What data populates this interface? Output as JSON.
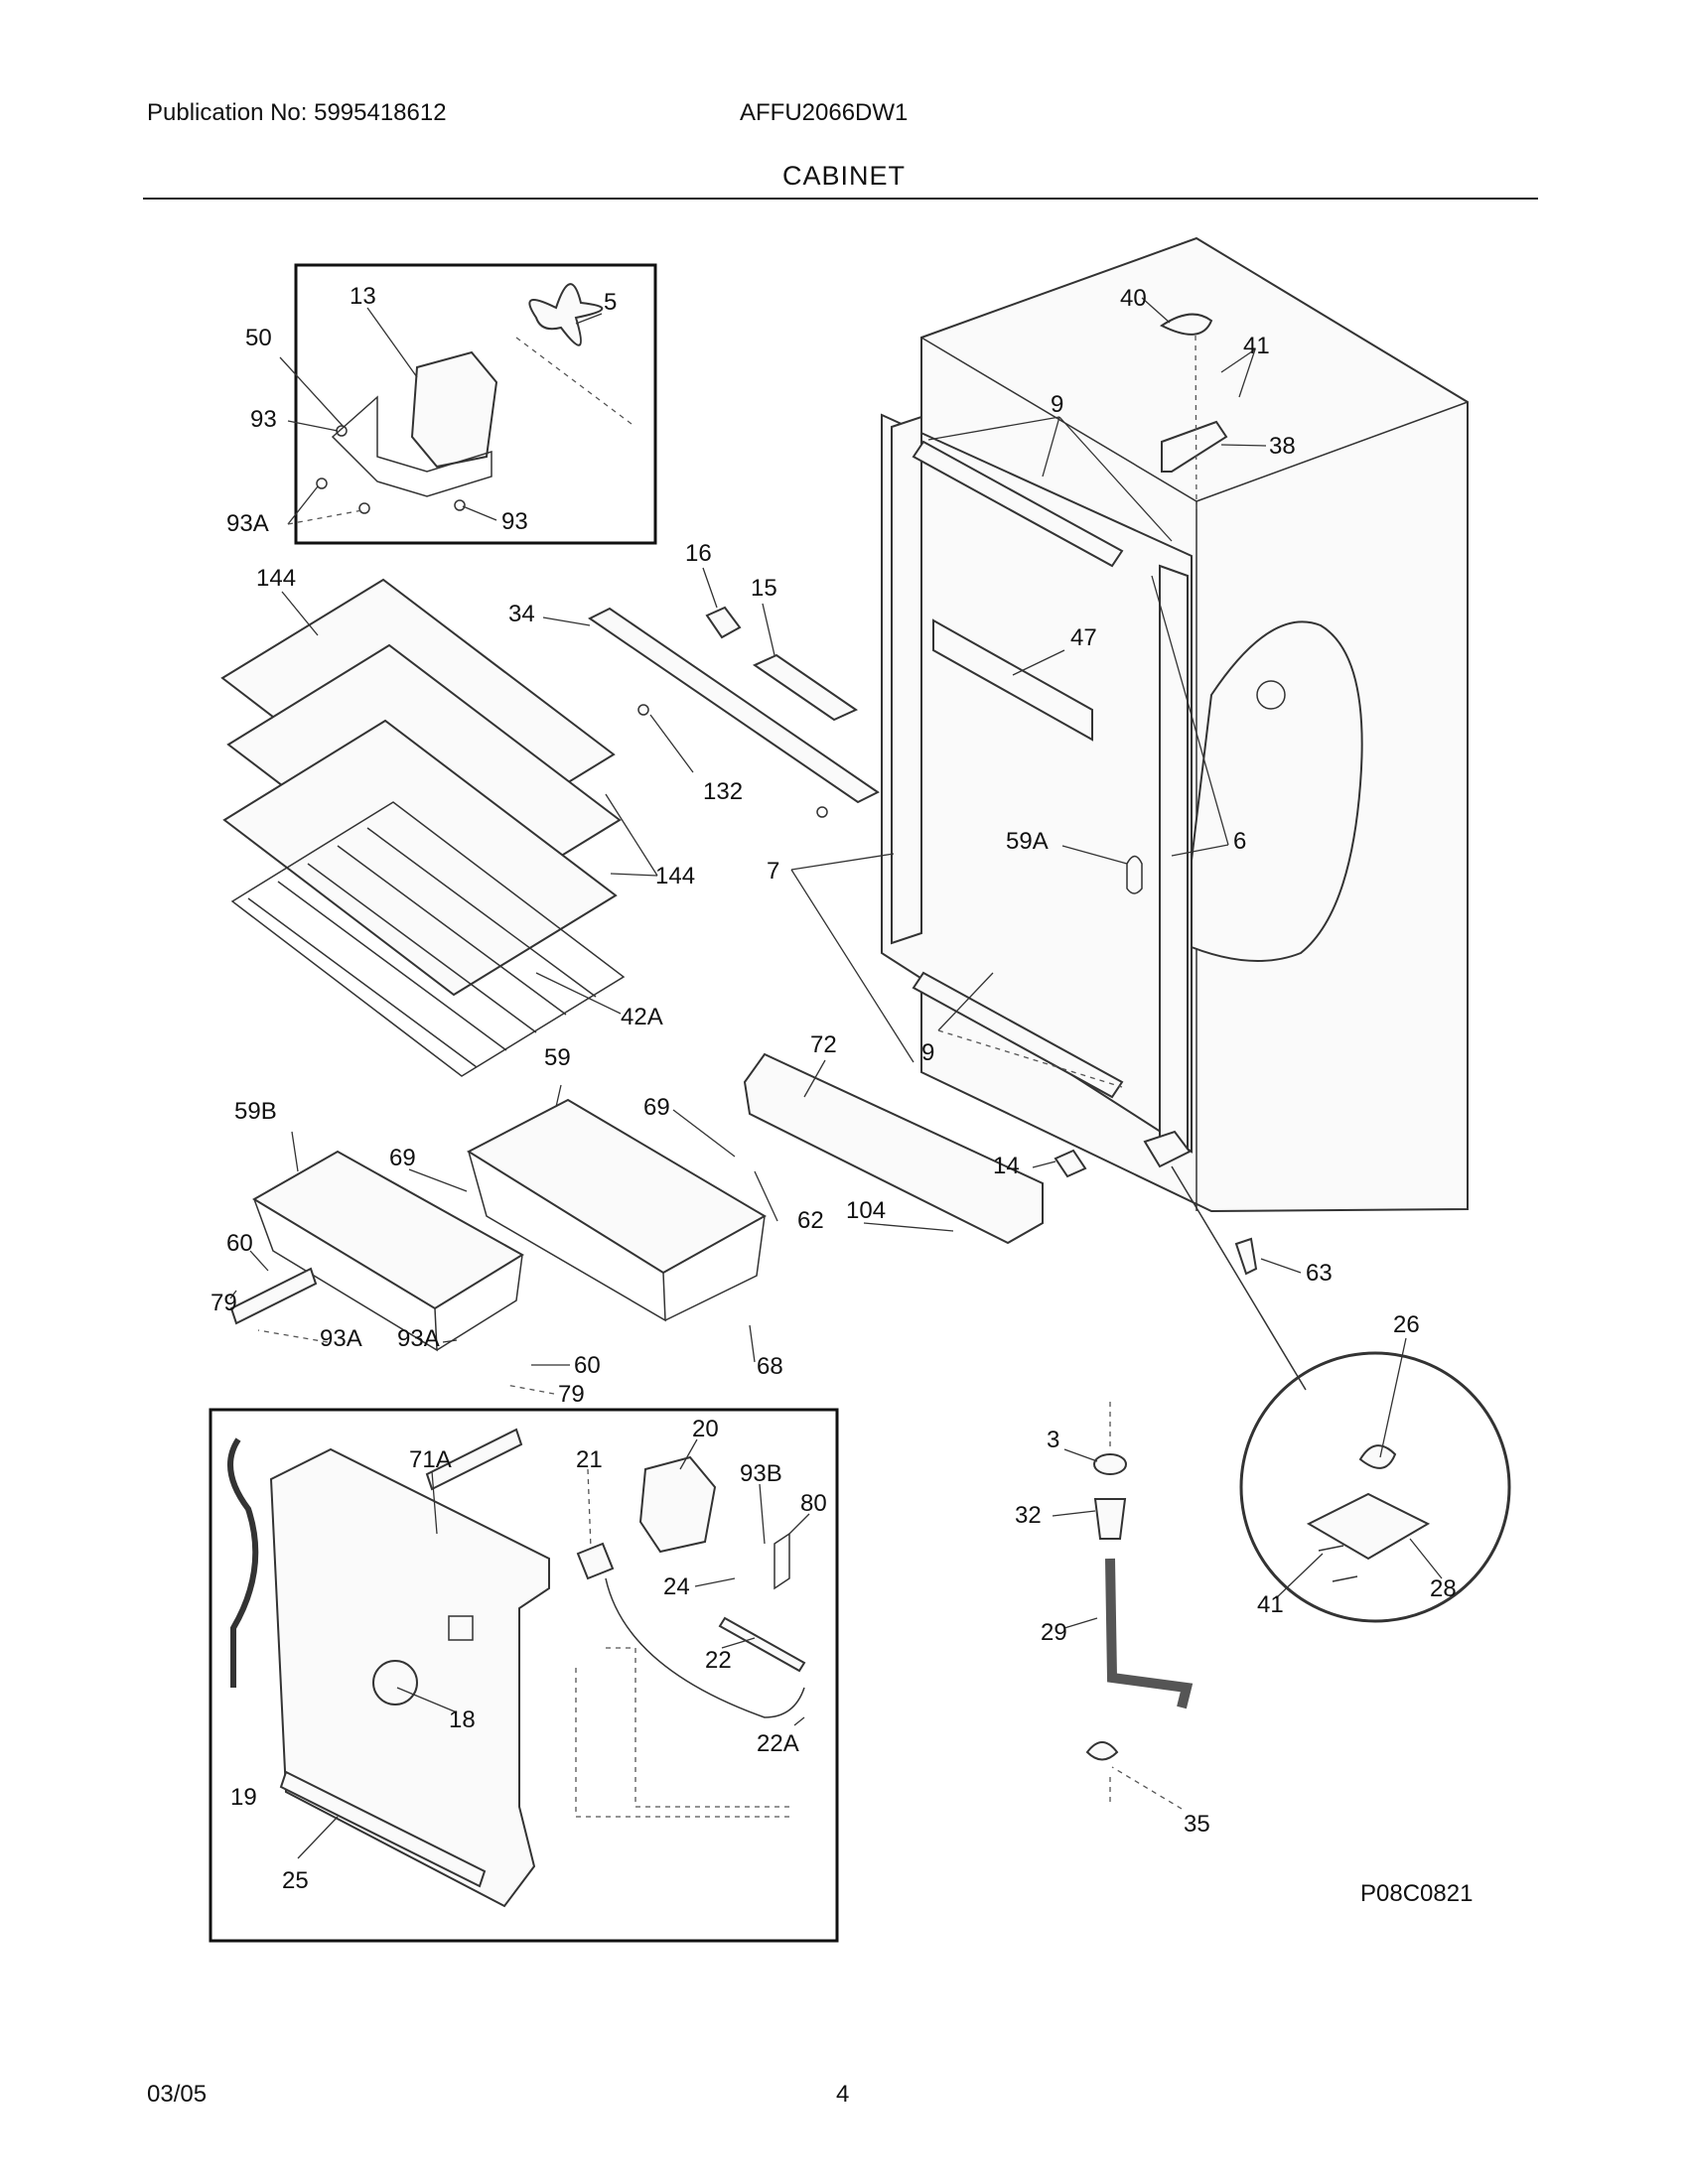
{
  "header": {
    "publication": "Publication No: 5995418612",
    "model": "AFFU2066DW1",
    "section": "CABINET"
  },
  "footer": {
    "date": "03/05",
    "page": "4"
  },
  "figure_code": "P08C0821",
  "callouts": {
    "c13": "13",
    "c5": "5",
    "c50": "50",
    "c93a": "93",
    "c93b": "93",
    "c93A_top": "93A",
    "c40": "40",
    "c41a": "41",
    "c38": "38",
    "c9a": "9",
    "c144a": "144",
    "c34": "34",
    "c16": "16",
    "c15": "15",
    "c47": "47",
    "c132": "132",
    "c59A": "59A",
    "c6": "6",
    "c7": "7",
    "c144b": "144",
    "c42A": "42A",
    "c72": "72",
    "c59": "59",
    "c59B": "59B",
    "c69a": "69",
    "c69b": "69",
    "c9b": "9",
    "c14": "14",
    "c104": "104",
    "c62": "62",
    "c63": "63",
    "c60a": "60",
    "c79a": "79",
    "c93Ab": "93A",
    "c93Ac": "93A",
    "c60b": "60",
    "c79b": "79",
    "c68": "68",
    "c26": "26",
    "c3": "3",
    "c32": "32",
    "c41b": "41",
    "c28": "28",
    "c29": "29",
    "c35": "35",
    "c71A": "71A",
    "c21": "21",
    "c20": "20",
    "c93B": "93B",
    "c80": "80",
    "c24": "24",
    "c22": "22",
    "c18": "18",
    "c22A": "22A",
    "c19": "19",
    "c25": "25"
  }
}
